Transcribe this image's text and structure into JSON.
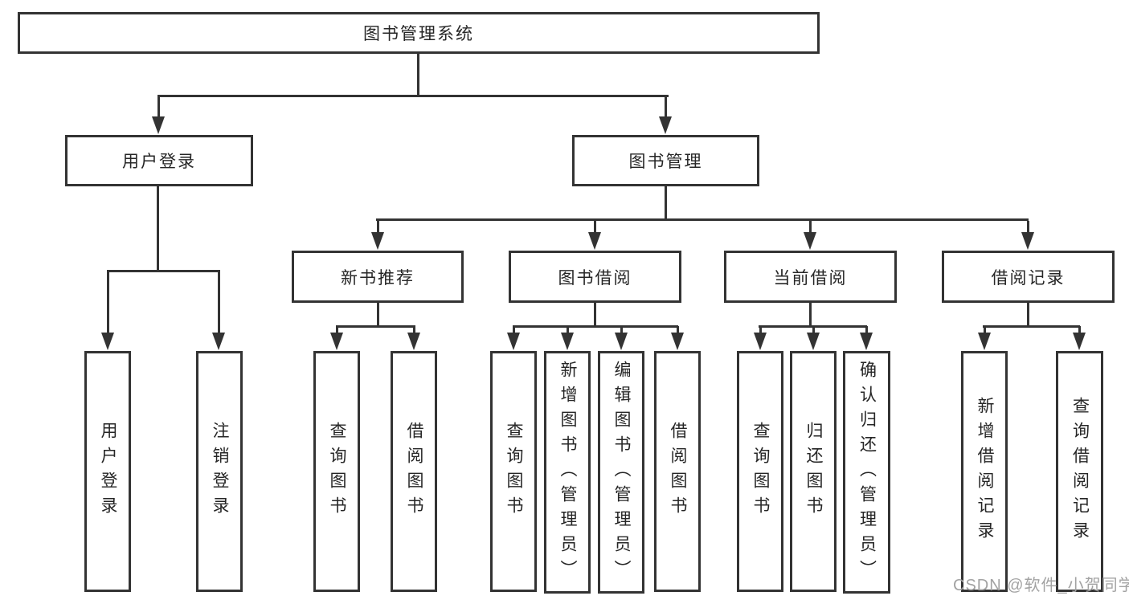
{
  "tree": {
    "root": {
      "label": "图书管理系统"
    },
    "user_login": {
      "label": "用户登录",
      "children": [
        "用户登录",
        "注销登录"
      ]
    },
    "book_mgmt": {
      "label": "图书管理",
      "sections": [
        {
          "label": "新书推荐",
          "children": [
            "查询图书",
            "借阅图书"
          ]
        },
        {
          "label": "图书借阅",
          "children": [
            "查询图书",
            "新增图书（管理员）",
            "编辑图书（管理员）",
            "借阅图书"
          ]
        },
        {
          "label": "当前借阅",
          "children": [
            "查询图书",
            "归还图书",
            "确认归还（管理员）"
          ]
        },
        {
          "label": "借阅记录",
          "children": [
            "新增借阅记录",
            "查询借阅记录"
          ]
        }
      ]
    }
  },
  "watermark": "CSDN @软件_小贺同学",
  "colors": {
    "line": "#333333",
    "text": "#262626",
    "watermark": "#a3a3a3",
    "background": "#ffffff"
  }
}
